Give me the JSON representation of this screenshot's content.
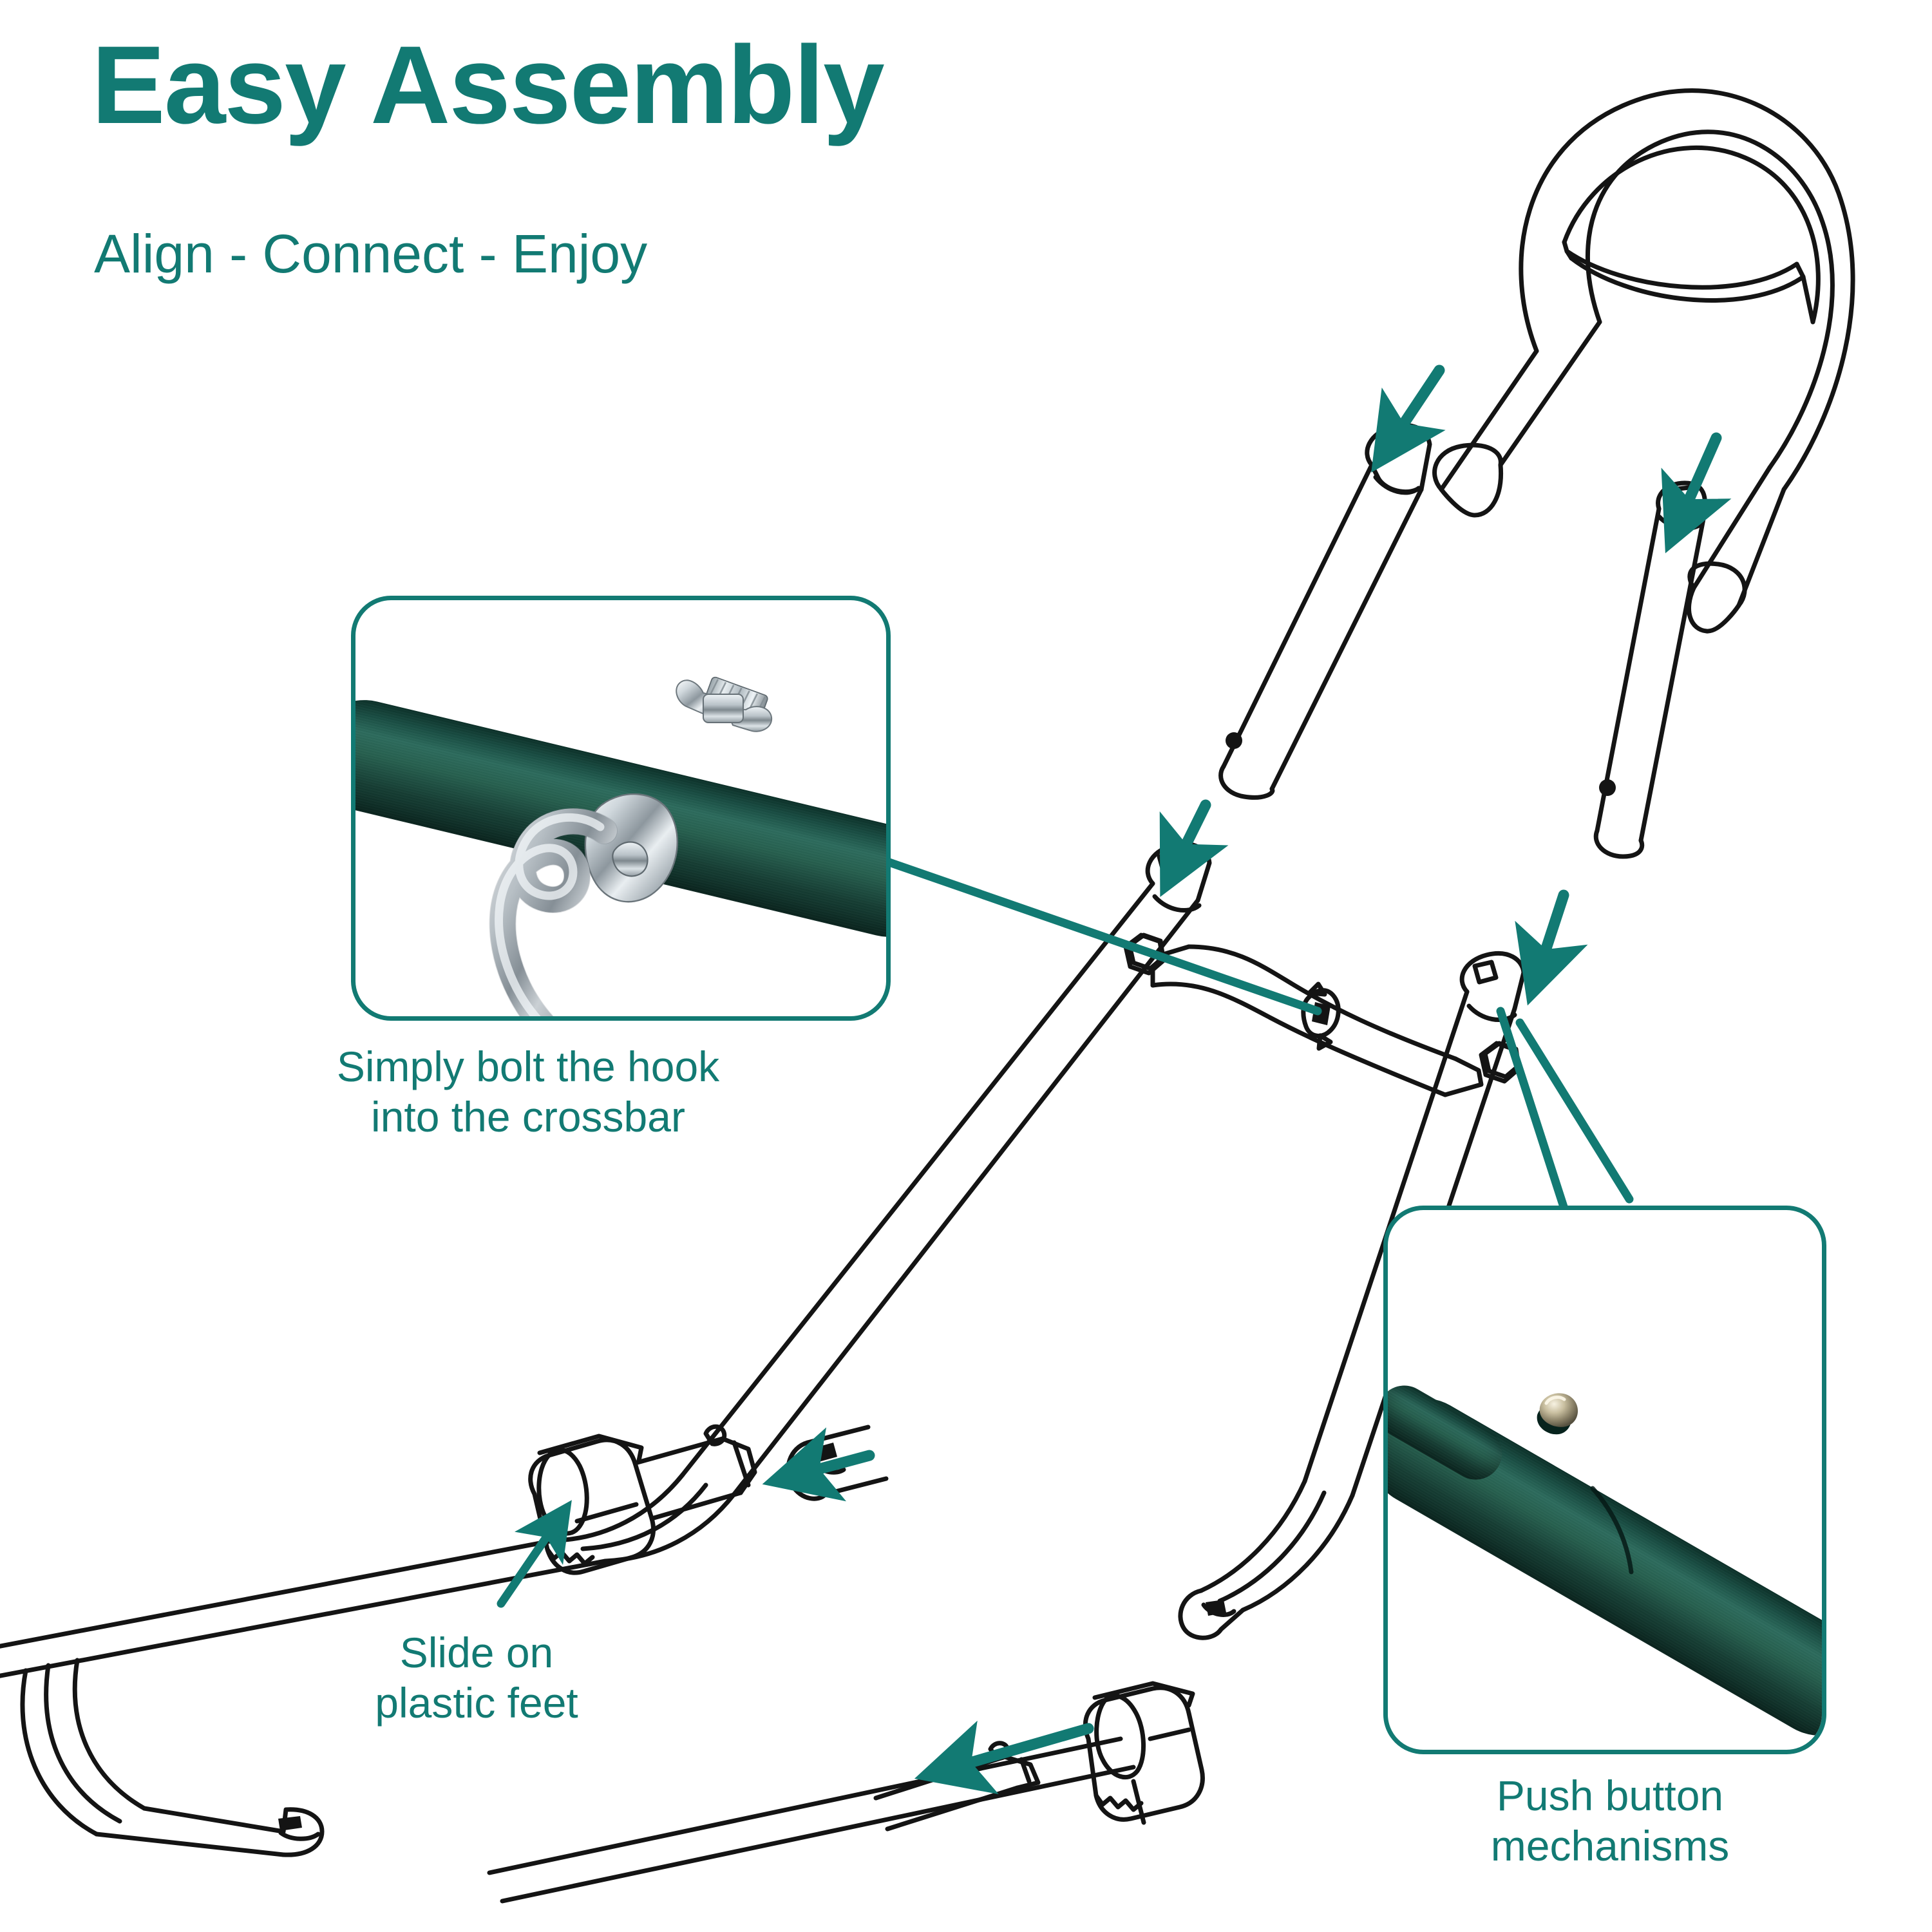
{
  "page": {
    "background_color": "#ffffff",
    "accent_color": "#127A73",
    "line_color": "#1a1a1a",
    "pole_color": "#1d5145"
  },
  "header": {
    "title": "Easy Assembly",
    "subtitle": "Align - Connect - Enjoy"
  },
  "callouts": [
    {
      "id": "hook",
      "caption": "Simply bolt the hook\ninto the crossbar",
      "photo_description": "chrome S-hook bolted through a dark green steel crossbar with a wing nut",
      "border_color": "#127A73"
    },
    {
      "id": "feet",
      "caption": "Slide on\nplastic feet",
      "photo_description": "",
      "border_color": "#127A73"
    },
    {
      "id": "push-button",
      "caption": "Push button\nmechanisms",
      "photo_description": "dark green pole joint with a spring push button popped through the hole",
      "border_color": "#127A73"
    }
  ],
  "diagram": {
    "name": "hammock-stand-exploded-assembly",
    "parts": [
      "top-arch-hoop",
      "left-upper-pole",
      "right-upper-pole",
      "left-main-beam",
      "right-main-beam",
      "crossbar-with-hook-bolt",
      "left-base-leg",
      "right-base-leg",
      "base-rail",
      "plastic-foot-attached",
      "plastic-foot-loose",
      "lower-pole-segment"
    ],
    "arrow_color": "#127A73",
    "arrow_count": 6
  }
}
